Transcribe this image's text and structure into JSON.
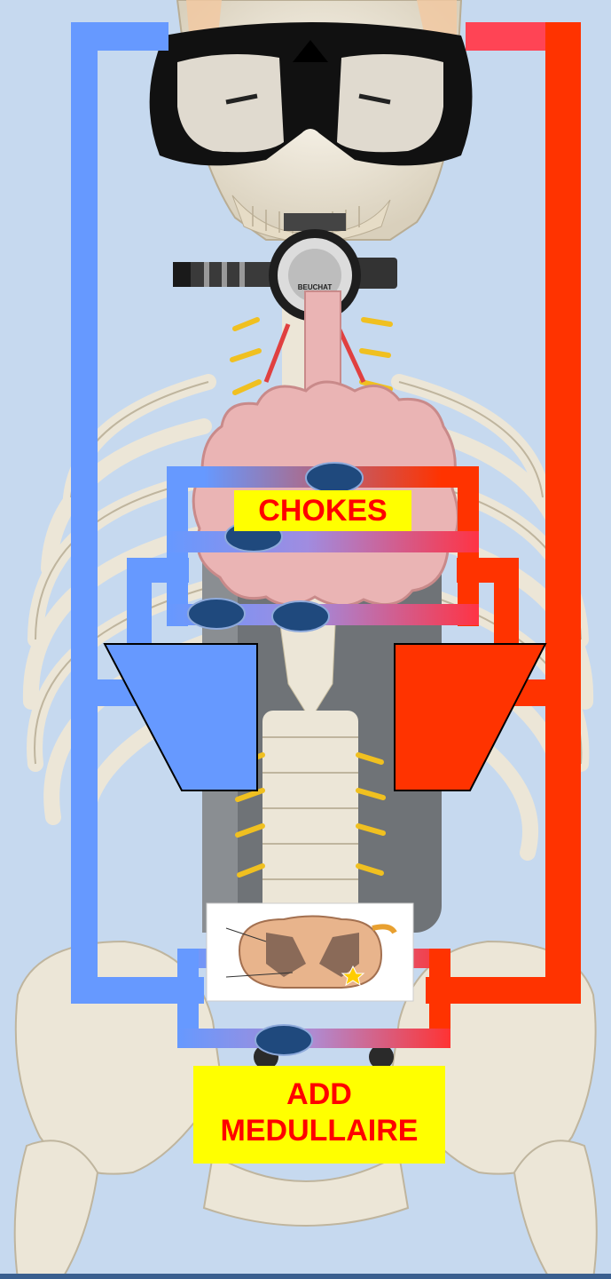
{
  "labels": {
    "chokes": "CHOKES",
    "add_line1": "ADD",
    "add_line2": "MEDULLAIRE"
  },
  "equipment": {
    "regulator_brand": "BEUCHAT"
  },
  "icons": [
    "skull-icon",
    "dive-mask-icon",
    "regulator-icon",
    "lungs-icon",
    "heart-icon",
    "spinal-cord-section-icon",
    "pelvis-icon",
    "rib-cage-icon",
    "gas-bubble-icon"
  ],
  "colors": {
    "background": "#c6d9ef",
    "venous": "#6699ff",
    "arterial": "#ff3300",
    "bubble": "#1f497d",
    "label_bg": "#ffff00",
    "label_text": "#ff0000",
    "lung": "#eab4b4",
    "bone": "#ece6d7"
  }
}
